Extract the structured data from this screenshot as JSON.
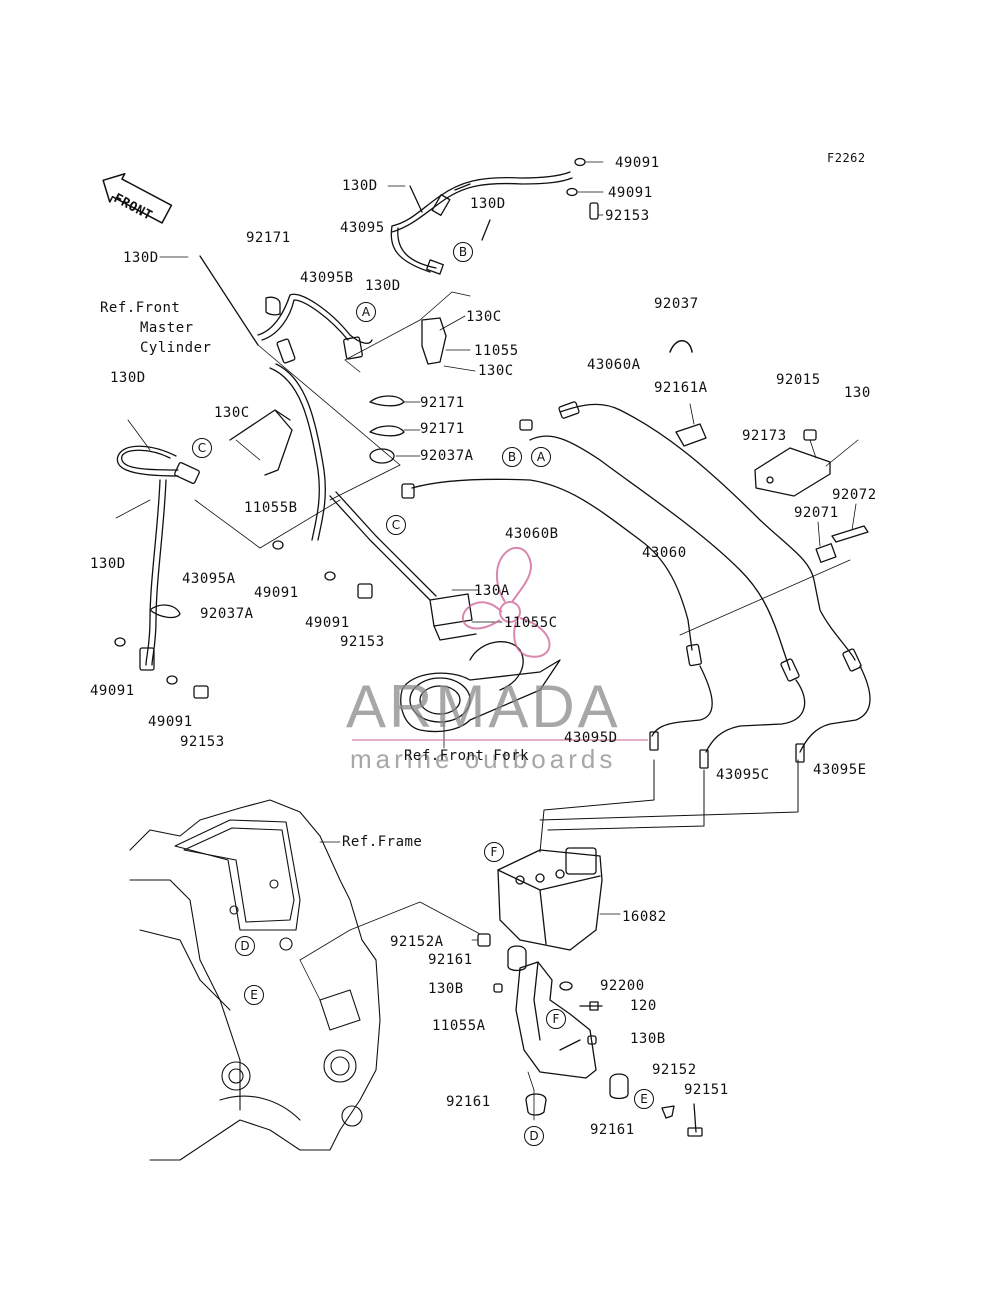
{
  "diagram_code": "F2262",
  "front_arrow": "FRONT",
  "watermark": {
    "brand": "ARMADA",
    "tagline": "marine outboards"
  },
  "references": {
    "master_cylinder": [
      "Ref.Front",
      "Master",
      "Cylinder"
    ],
    "front_fork": "Ref.Front Fork",
    "frame": "Ref.Frame"
  },
  "part_labels": {
    "p49091_a": "49091",
    "p130d_top": "130D",
    "p49091_b": "49091",
    "p92153_top": "92153",
    "p43095": "43095",
    "p130d_b": "130D",
    "p92171_a": "92171",
    "p43095b": "43095B",
    "p130d_c": "130D",
    "p130d_left": "130D",
    "p130c_a": "130C",
    "p11055": "11055",
    "p130c_b": "130C",
    "p92037": "92037",
    "p43060a": "43060A",
    "p92161a": "92161A",
    "p92015": "92015",
    "p130": "130",
    "p92173": "92173",
    "p130d_d": "130D",
    "p92171_b": "92171",
    "p130c_c": "130C",
    "p92171_c": "92171",
    "p92037a_a": "92037A",
    "p11055b": "11055B",
    "p92072": "92072",
    "p92071": "92071",
    "p130d_e": "130D",
    "p43060b": "43060B",
    "p43060": "43060",
    "p43095a": "43095A",
    "p49091_c": "49091",
    "p49091_d": "49091",
    "p92037a_b": "92037A",
    "p92153_b": "92153",
    "p130a": "130A",
    "p11055c": "11055C",
    "p49091_e": "49091",
    "p49091_f": "49091",
    "p92153_c": "92153",
    "p43095d": "43095D",
    "p43095c": "43095C",
    "p43095e": "43095E",
    "p16082": "16082",
    "p92152a": "92152A",
    "p92161_a": "92161",
    "p92200": "92200",
    "p130b_a": "130B",
    "p120": "120",
    "p11055a": "11055A",
    "p130b_b": "130B",
    "p92152": "92152",
    "p92151": "92151",
    "p92161_b": "92161",
    "p92161_c": "92161"
  },
  "callouts": {
    "c_b_top": "B",
    "c_a_top": "A",
    "c_c_left": "C",
    "c_b_lower": "B",
    "c_a_lower": "A",
    "c_c_mid": "C",
    "c_f_abs": "F",
    "c_d_frame": "D",
    "c_e_frame": "E",
    "c_f_bracket": "F",
    "c_e_bolt": "E",
    "c_d_grommet": "D"
  }
}
